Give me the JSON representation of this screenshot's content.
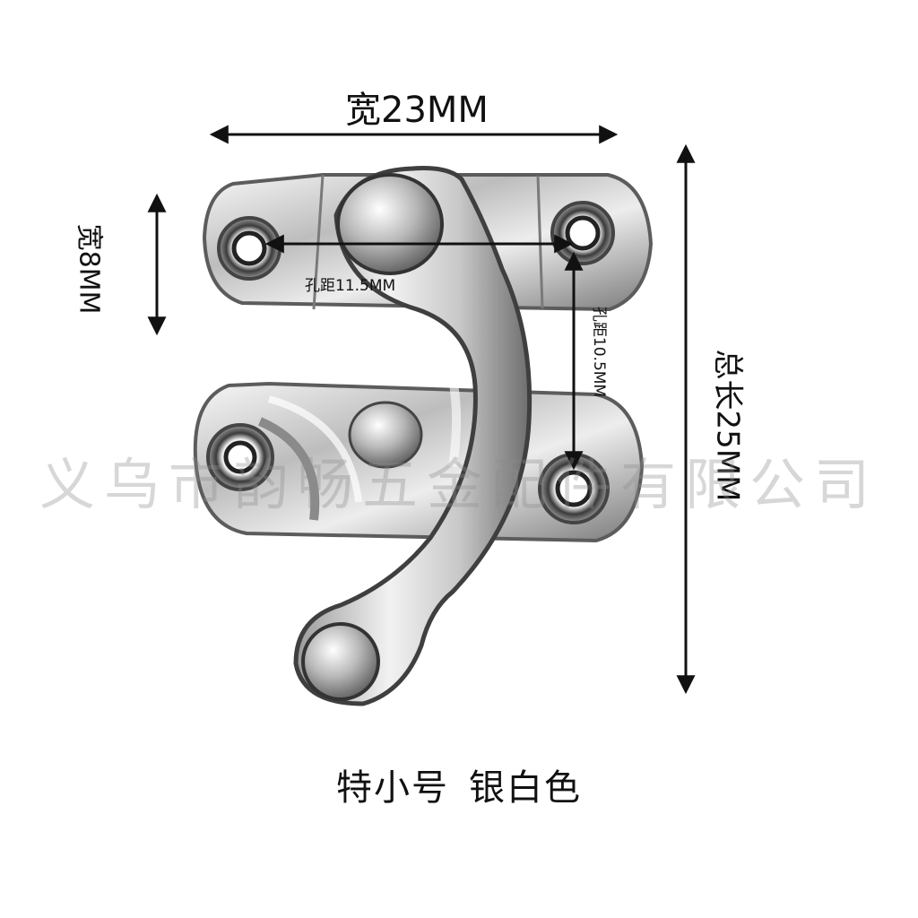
{
  "dimensions": {
    "width_total": "宽23MM",
    "width_plate": "宽8MM",
    "hole_spacing_horizontal": "孔距11.5MM",
    "hole_spacing_vertical": "孔距10.5MM",
    "total_length": "总长25MM"
  },
  "caption": {
    "size": "特小号",
    "color": "银白色"
  },
  "watermark": "义乌市韵畅五金配件有限公司"
}
